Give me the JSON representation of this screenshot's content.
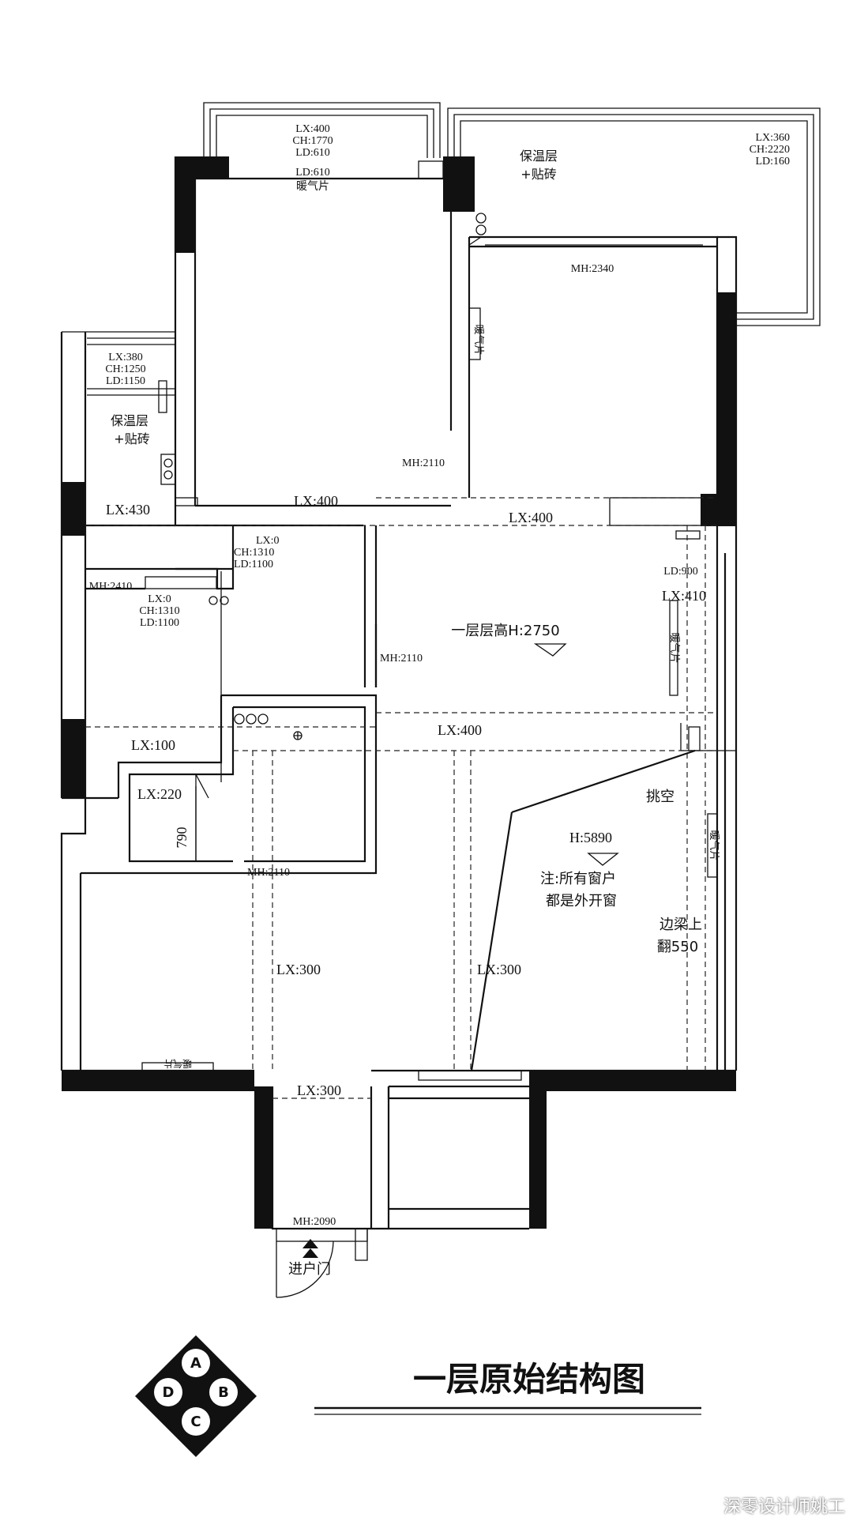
{
  "title": "一层原始结构图",
  "watermark": "深零设计师姚工",
  "compass": {
    "a": "A",
    "b": "B",
    "c": "C",
    "d": "D"
  },
  "balcony_top": {
    "lx": "LX:400",
    "ch": "CH:1770",
    "ld": "LD:610"
  },
  "balcony_right": {
    "lx": "LX:360",
    "ch": "CH:2220",
    "ld": "LD:160",
    "note1": "保温层",
    "note2": "+贴砖"
  },
  "balcony_left": {
    "lx": "LX:380",
    "ch": "CH:1250",
    "ld": "LD:1150",
    "note1": "保温层",
    "note2": "+贴砖"
  },
  "top_room": {
    "window": "LD:610",
    "heater": "暖气片",
    "door": "MH:2110",
    "beam": "LX:400"
  },
  "right_room": {
    "door": "MH:2340",
    "heater": "暖气片"
  },
  "beams": {
    "left_430": "LX:430",
    "mid_400": "LX:400",
    "living_400": "LX:400",
    "left_100": "LX:100",
    "stair_220": "LX:220",
    "mid_300_a": "LX:300",
    "mid_300_b": "LX:300",
    "entry_300": "LX:300",
    "right_410": "LX:410"
  },
  "bath_windows": {
    "w1_lx": "LX:0",
    "w1_ch": "CH:1310",
    "w1_ld": "LD:1100",
    "w2_lx": "LX:0",
    "w2_ch": "CH:1310",
    "w2_ld": "LD:1100"
  },
  "doors": {
    "bath_door": "MH:2410",
    "kitchen_door": "MH:2110",
    "stair_door": "MH:2110",
    "entry_door": "MH:2090"
  },
  "right_window": {
    "ld": "LD:900",
    "heater": "暖气片"
  },
  "floor_height": "一层层高H:2750",
  "void": {
    "label": "挑空",
    "height": "H:5890"
  },
  "note": {
    "line1": "注:所有窗户",
    "line2": "都是外开窗"
  },
  "edge_beam": {
    "line1": "边梁上",
    "line2": "翻550"
  },
  "stair_dim": "790",
  "entry_label": "进户门",
  "bottom_heater": "暖气片"
}
